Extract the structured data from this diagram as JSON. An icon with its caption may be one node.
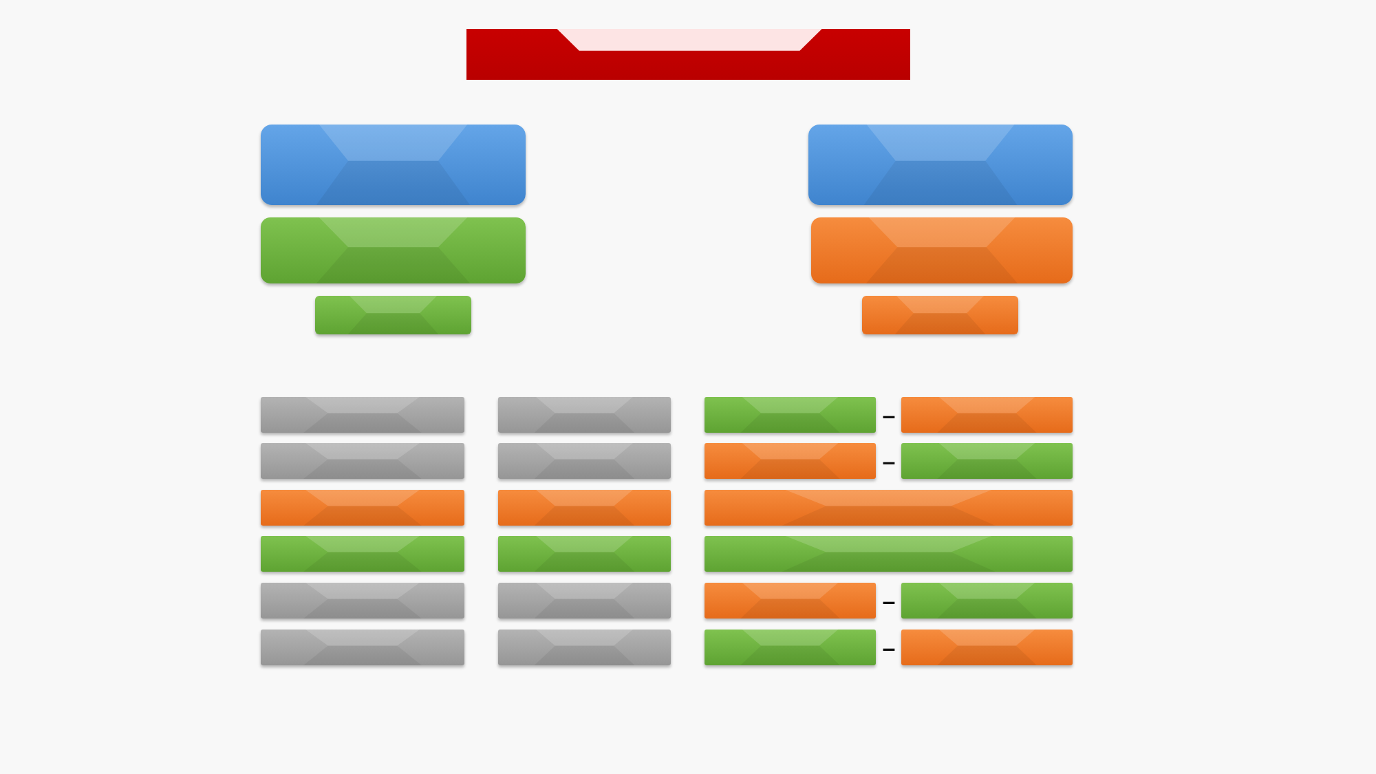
{
  "diagram": {
    "nodes": [
      {
        "text": [],
        "shape": "bar"
      },
      {
        "text": [],
        "shape": "box"
      },
      {
        "text": [],
        "shape": "box"
      },
      {
        "text": [],
        "shape": "box"
      },
      {
        "text": [],
        "shape": "box"
      },
      {
        "text": [],
        "shape": "box"
      },
      {
        "text": [],
        "shape": "box"
      },
      {
        "text": [],
        "shape": "box"
      },
      {
        "text": [],
        "shape": "box"
      },
      {
        "text": [],
        "shape": "box"
      },
      {
        "text": [],
        "shape": "box"
      },
      {
        "text": [],
        "shape": "box"
      },
      {
        "text": [],
        "shape": "box"
      },
      {
        "text": [],
        "shape": "box"
      },
      {
        "text": [],
        "shape": "box"
      },
      {
        "text": [],
        "shape": "box"
      },
      {
        "text": [],
        "shape": "box"
      },
      {
        "text": [],
        "shape": "box"
      },
      {
        "text": [],
        "shape": "box"
      },
      {
        "text": [],
        "shape": "box"
      },
      {
        "text": [],
        "shape": "box"
      },
      {
        "text": [],
        "shape": "box"
      },
      {
        "text": [],
        "shape": "box"
      },
      {
        "text": [],
        "shape": "box"
      },
      {
        "text": [],
        "shape": "box"
      },
      {
        "text": [],
        "shape": "box"
      },
      {
        "text": [],
        "shape": "box"
      },
      {
        "text": [],
        "shape": "box"
      },
      {
        "text": [],
        "shape": "box"
      }
    ],
    "labels": [
      "–",
      "–",
      "–",
      "–"
    ]
  }
}
